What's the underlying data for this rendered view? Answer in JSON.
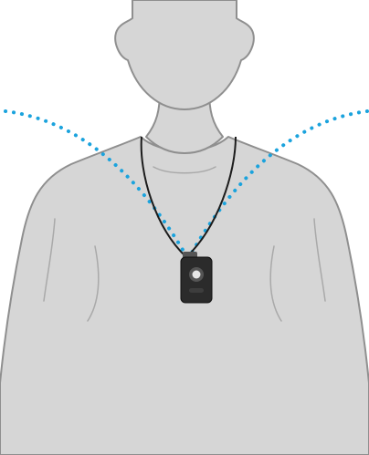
{
  "illustration": {
    "subject": "person-silhouette",
    "device": "pendant-device",
    "signal_lines": 2
  },
  "colors": {
    "background": "#ffffff",
    "body_fill": "#d6d6d6",
    "body_outline": "#8f8f8f",
    "detail_lines": "#a9a9a9",
    "cord": "#1c1c1c",
    "device_body": "#2b2b2b",
    "device_button": "#e6e6e6",
    "signal": "#1ba3dd"
  }
}
